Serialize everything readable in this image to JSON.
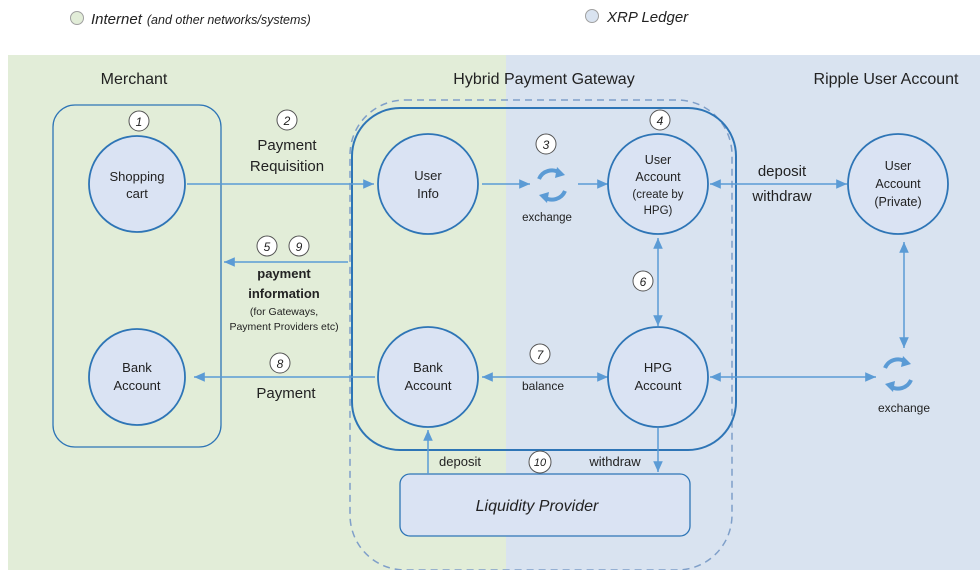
{
  "legend": {
    "internet": {
      "label": "Internet",
      "note": "(and other networks/systems)",
      "color": "#e2edd8"
    },
    "xrp": {
      "label": "XRP Ledger",
      "color": "#d9e3f0"
    }
  },
  "zones": {
    "merchant": "Merchant",
    "gateway": "Hybrid Payment Gateway",
    "ripple": "Ripple User Account"
  },
  "nodes": {
    "shopping_cart": [
      "Shopping",
      "cart"
    ],
    "merchant_bank": [
      "Bank",
      "Account"
    ],
    "user_info": [
      "User",
      "Info"
    ],
    "gateway_bank": [
      "Bank",
      "Account"
    ],
    "user_account_hpg": [
      "User",
      "Account",
      "(create by",
      "HPG)"
    ],
    "hpg_account": [
      "HPG",
      "Account"
    ],
    "user_account_private": [
      "User",
      "Account",
      "(Private)"
    ],
    "liquidity_provider": "Liquidity Provider"
  },
  "steps": [
    "1",
    "2",
    "3",
    "4",
    "5",
    "9",
    "6",
    "8",
    "7",
    "10"
  ],
  "labels": {
    "payment_requisition": [
      "Payment",
      "Requisition"
    ],
    "exchange": "exchange",
    "deposit_withdraw": [
      "deposit",
      "withdraw"
    ],
    "payment_information": [
      "payment",
      "information"
    ],
    "payment_information_note": [
      "(for Gateways,",
      "Payment Providers etc)"
    ],
    "payment": "Payment",
    "balance": "balance",
    "exchange_right": "exchange",
    "deposit": "deposit",
    "withdraw": "withdraw"
  },
  "colors": {
    "line": "#2e75b6",
    "node_fill": "#dae3f3",
    "arrow": "#5b9bd5",
    "green_zone": "#e2edd8",
    "blue_zone": "#d9e3f0"
  }
}
